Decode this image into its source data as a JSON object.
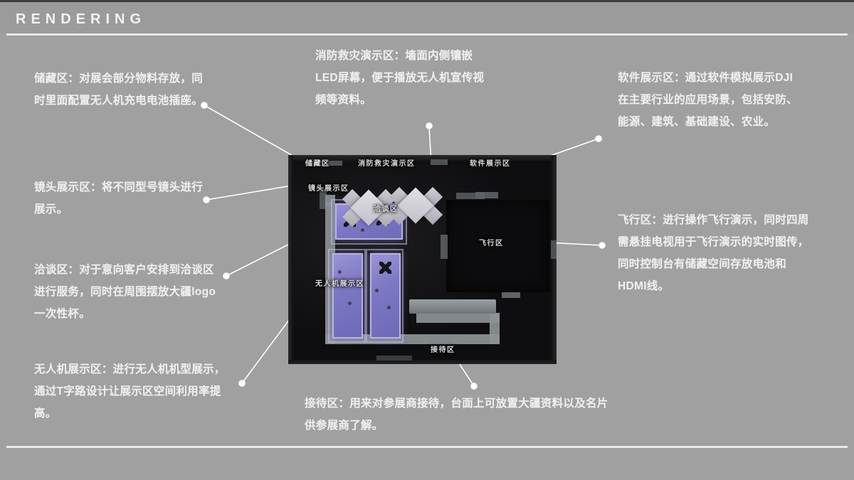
{
  "header": {
    "title": "RENDERING"
  },
  "annotations": [
    {
      "key": "storage",
      "label": "储藏区",
      "text": "储藏区：对展会部分物料存放，同时里面配置无人机充电电池插座。"
    },
    {
      "key": "lens",
      "label": "镜头展示区",
      "text": "镜头展示区：将不同型号镜头进行展示。"
    },
    {
      "key": "meeting",
      "label": "洽谈区",
      "text": "洽谈区：对于意向客户安排到洽谈区进行服务，同时在周围摆放大疆logo一次性杯。"
    },
    {
      "key": "drone",
      "label": "无人机展示区",
      "text": "无人机展示区：进行无人机机型展示，通过T字路设计让展示区空间利用率提高。"
    },
    {
      "key": "fire",
      "label": "消防救灾演示区",
      "text": "消防救灾演示区：墙面内侧镶嵌LED屏幕，便于播放无人机宣传视频等资料。"
    },
    {
      "key": "reception",
      "label": "接待区",
      "text": "接待区：用来对参展商接待，台面上可放置大疆资料以及名片供参展商了解。"
    },
    {
      "key": "software",
      "label": "软件展示区",
      "text": "软件展示区：通过软件模拟展示DJI在主要行业的应用场景，包括安防、能源、建筑、基础建设、农业。"
    },
    {
      "key": "flight",
      "label": "飞行区",
      "text": "飞行区：进行操作飞行演示，同时四周需悬挂电视用于飞行演示的实时图传，同时控制台有储藏空间存放电池和HDMI线。"
    }
  ],
  "render_labels": {
    "storage": "储藏区",
    "fire": "消防救灾演示区",
    "software": "软件展示区",
    "lens": "镜头展示区",
    "meeting": "洽谈区",
    "flight": "飞行区",
    "drone": "无人机展示区",
    "reception": "接待区"
  },
  "colors": {
    "background": "#a0a0a0",
    "header_band": "#9b9b9b",
    "rule": "#e9e9e9",
    "text": "#efefef",
    "leader_line": "#ffffff",
    "render_dark": "#121212",
    "platform_glow": "#8d86d2",
    "walkway": "#8d9396"
  }
}
